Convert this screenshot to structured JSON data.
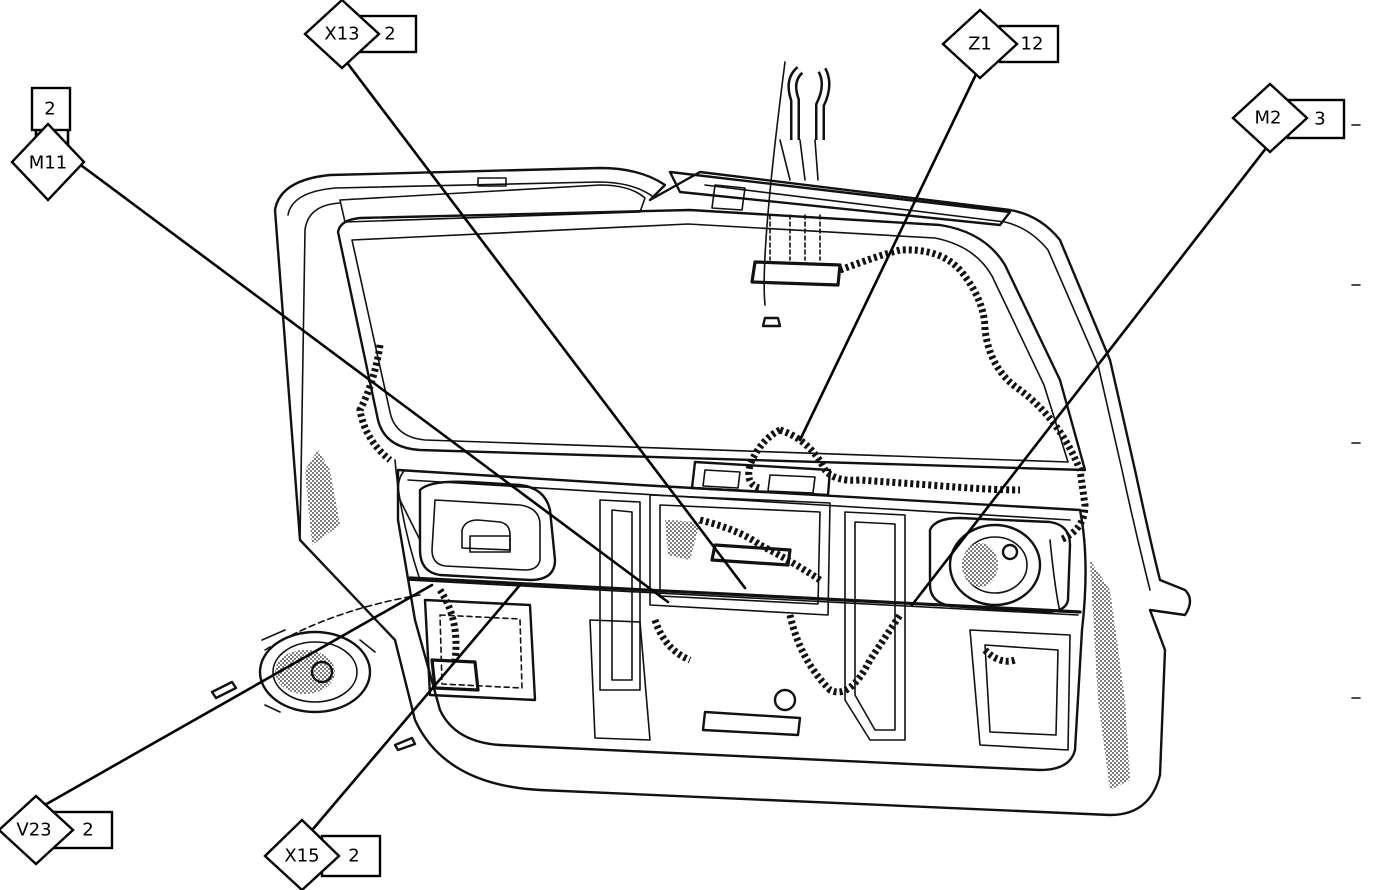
{
  "callouts": [
    {
      "code": "X13",
      "num": "2"
    },
    {
      "code": "Z1",
      "num": "12"
    },
    {
      "code": "M2",
      "num": "3"
    },
    {
      "code": "M11",
      "num": "2"
    },
    {
      "code": "V23",
      "num": "2"
    },
    {
      "code": "X15",
      "num": "2"
    }
  ]
}
